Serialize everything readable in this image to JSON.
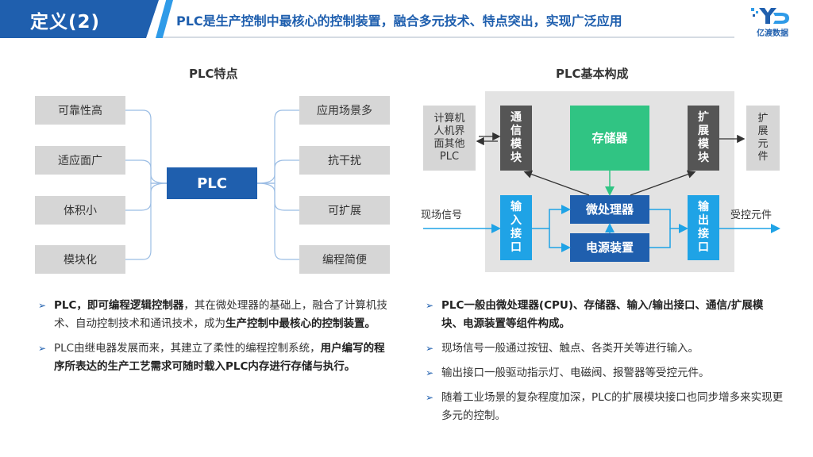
{
  "header": {
    "title": "定义(2)",
    "subtitle": "PLC是生产控制中最核心的控制装置，融合多元技术、特点突出，实现广泛应用",
    "logo_text": "亿渡数据"
  },
  "left": {
    "title": "PLC特点",
    "center": "PLC",
    "left_items": [
      "可靠性高",
      "适应面广",
      "体积小",
      "模块化"
    ],
    "right_items": [
      "应用场景多",
      "抗干扰",
      "可扩展",
      "编程简便"
    ]
  },
  "right": {
    "title": "PLC基本构成",
    "comm_module": "通信模块",
    "expand_module": "扩展模块",
    "storage": "存储器",
    "micro": "微处理器",
    "power": "电源装置",
    "input_port": "输入接口",
    "output_port": "输出接口",
    "computer": "计算机人机界面其他PLC",
    "expand_part": "扩展元件",
    "field_signal": "现场信号",
    "controlled": "受控元件"
  },
  "bullets_left": [
    {
      "b1": "PLC，即可编程逻辑控制器",
      "t1": "，其在微处理器的基础上，融合了计算机技术、自动控制技术和通讯技术，成为",
      "b2": "生产控制中最核心的控制装置。"
    },
    {
      "t1": "PLC由继电器发展而来，其建立了柔性的编程控制系统，",
      "b2": "用户编写的程序所表达的生产工艺需求可随时载入PLC内存进行存储与执行。"
    }
  ],
  "bullets_right": [
    "PLC一般由微处理器(CPU)、存储器、输入/输出接口、通信/扩展模块、电源装置等组件构成。",
    "现场信号一般通过按钮、触点、各类开关等进行输入。",
    "输出接口一般驱动指示灯、电磁阀、报警器等受控元件。",
    "随着工业场景的复杂程度加深，PLC的扩展模块接口也同步增多来实现更多元的控制。"
  ],
  "colors": {
    "navy": "#1f5fae",
    "blue": "#1fa3e6",
    "green": "#30c483",
    "dark": "#555555",
    "gray": "#d6d6d6"
  },
  "marker": "➢"
}
